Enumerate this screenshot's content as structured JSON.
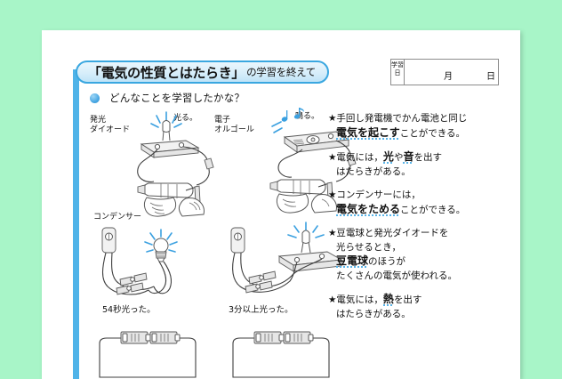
{
  "theme": {
    "background_color": "#a8f5c8",
    "page_color": "#ffffff",
    "accent_color": "#3aa7e0",
    "rail_color": "#4fb3e8",
    "underline_color": "#59b4e8"
  },
  "header": {
    "title_quoted": "「電気の性質とはたらき」",
    "title_suffix": "の学習を終えて",
    "date_box": {
      "label": "学習日",
      "month_unit": "月",
      "day_unit": "日",
      "month_value": "",
      "day_value": ""
    }
  },
  "question": {
    "bullet_icon": "blue-circle-bullet",
    "text": "どんなことを学習したかな？"
  },
  "illustrations": {
    "row1": [
      {
        "label": "発光\nダイオード",
        "result": "光る。",
        "device": "led-on-stand-with-hand-crank-generator"
      },
      {
        "label": "電子\nオルゴール",
        "result": "鳴る。",
        "device": "music-box-with-hand-crank-generator"
      }
    ],
    "row2": [
      {
        "label": "コンデンサー",
        "caption": "54秒光った。",
        "device": "capacitor-with-miniature-bulb"
      },
      {
        "label": "",
        "caption": "3分以上光った。",
        "device": "capacitor-with-led"
      }
    ],
    "row3": [
      {
        "caption": "",
        "device": "battery-circuit-left"
      },
      {
        "caption": "",
        "device": "battery-circuit-right"
      }
    ]
  },
  "summary_points": [
    {
      "line1_pre": "★手回し発電機でかん電池と同じ",
      "keyword": "電気を起こす",
      "line2_post": "ことができる。"
    },
    {
      "line1_pre": "★電気には，",
      "keyword1": "光",
      "mid": "や",
      "keyword2": "音",
      "line1_post": "を出す",
      "line2": "はたらきがある。"
    },
    {
      "line1_pre": "★コンデンサーには，",
      "keyword": "電気をためる",
      "line2_post": "ことができる。"
    },
    {
      "line1_pre": "★豆電球と発光ダイオードを",
      "line2": "光らせるとき，",
      "keyword": "豆電球",
      "line3_post": "のほうが",
      "line4": "たくさんの電気が使われる。"
    },
    {
      "line1_pre": "★電気には，",
      "keyword": "熱",
      "line1_post": "を出す",
      "line2": "はたらきがある。"
    }
  ]
}
